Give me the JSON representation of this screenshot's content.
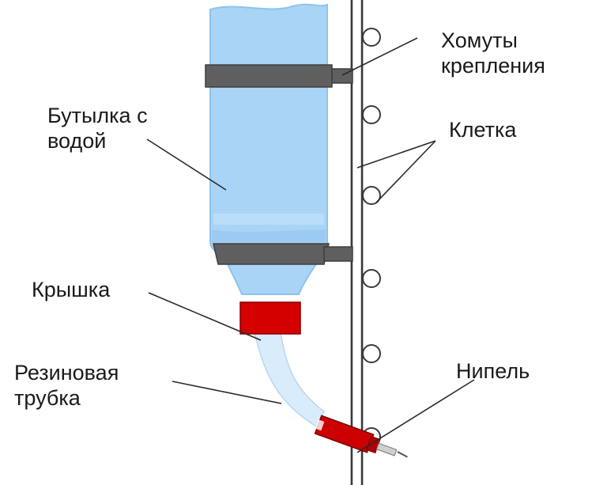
{
  "labels": {
    "clamps": {
      "line1": "Хомуты",
      "line2": "крепления"
    },
    "bottle": {
      "line1": "Бутылка с",
      "line2": "водой"
    },
    "cage": "Клетка",
    "cap": "Крышка",
    "tube": {
      "line1": "Резиновая",
      "line2": "трубка"
    },
    "nipple": "Нипель"
  },
  "colors": {
    "water": "#a9d4f5",
    "water_dark": "#8fc3ec",
    "clamp": "#5f5f5f",
    "cap": "#d40000",
    "tube": "#d9ecfb",
    "nipple": "#cc0000",
    "cage_line": "#3a3a3a"
  }
}
